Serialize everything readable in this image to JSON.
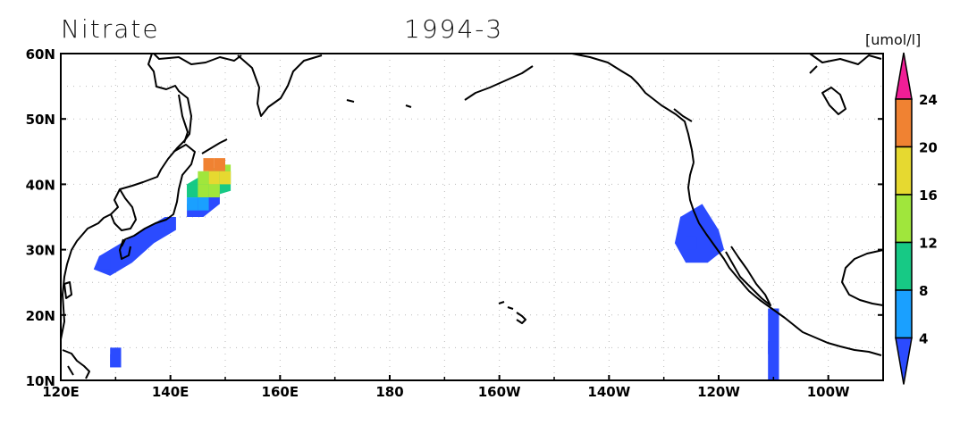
{
  "header": {
    "variable": "Nitrate",
    "date": "1994-3",
    "units": "[umol/l]"
  },
  "axes": {
    "x_ticks": [
      "120E",
      "140E",
      "160E",
      "180",
      "160W",
      "140W",
      "120W",
      "100W"
    ],
    "y_ticks": [
      "10N",
      "20N",
      "30N",
      "40N",
      "50N",
      "60N"
    ],
    "lon_range": [
      120,
      270
    ],
    "lat_range": [
      10,
      60
    ]
  },
  "colorbar": {
    "labels": [
      "4",
      "8",
      "12",
      "16",
      "20",
      "24"
    ],
    "colors": [
      "#2b4bff",
      "#1aa0ff",
      "#17c985",
      "#a0e63c",
      "#e6d930",
      "#f08232",
      "#f01e96"
    ]
  },
  "chart_data": {
    "type": "heatmap",
    "title": "Nitrate 1994-3",
    "units": "umol/l",
    "cells_lonlat": [
      {
        "lon": 147,
        "lat": 43,
        "value": 22
      },
      {
        "lon": 149,
        "lat": 43,
        "value": 22
      },
      {
        "lon": 146,
        "lat": 41,
        "value": 14
      },
      {
        "lon": 148,
        "lat": 41,
        "value": 18
      },
      {
        "lon": 150,
        "lat": 41,
        "value": 18
      },
      {
        "lon": 144,
        "lat": 39,
        "value": 10
      },
      {
        "lon": 146,
        "lat": 39,
        "value": 12
      },
      {
        "lon": 148,
        "lat": 39,
        "value": 14
      },
      {
        "lon": 144,
        "lat": 37,
        "value": 6
      },
      {
        "lon": 146,
        "lat": 37,
        "value": 6
      },
      {
        "lon": 140,
        "lat": 34,
        "value": 2
      },
      {
        "lon": 134,
        "lat": 31,
        "value": 2
      },
      {
        "lon": 128,
        "lat": 28,
        "value": 2
      },
      {
        "lon": 130,
        "lat": 13,
        "value": 2
      },
      {
        "lon": -125,
        "lat": 31,
        "value": 2
      },
      {
        "lon": -110,
        "lat": 15,
        "value": 2
      }
    ]
  }
}
